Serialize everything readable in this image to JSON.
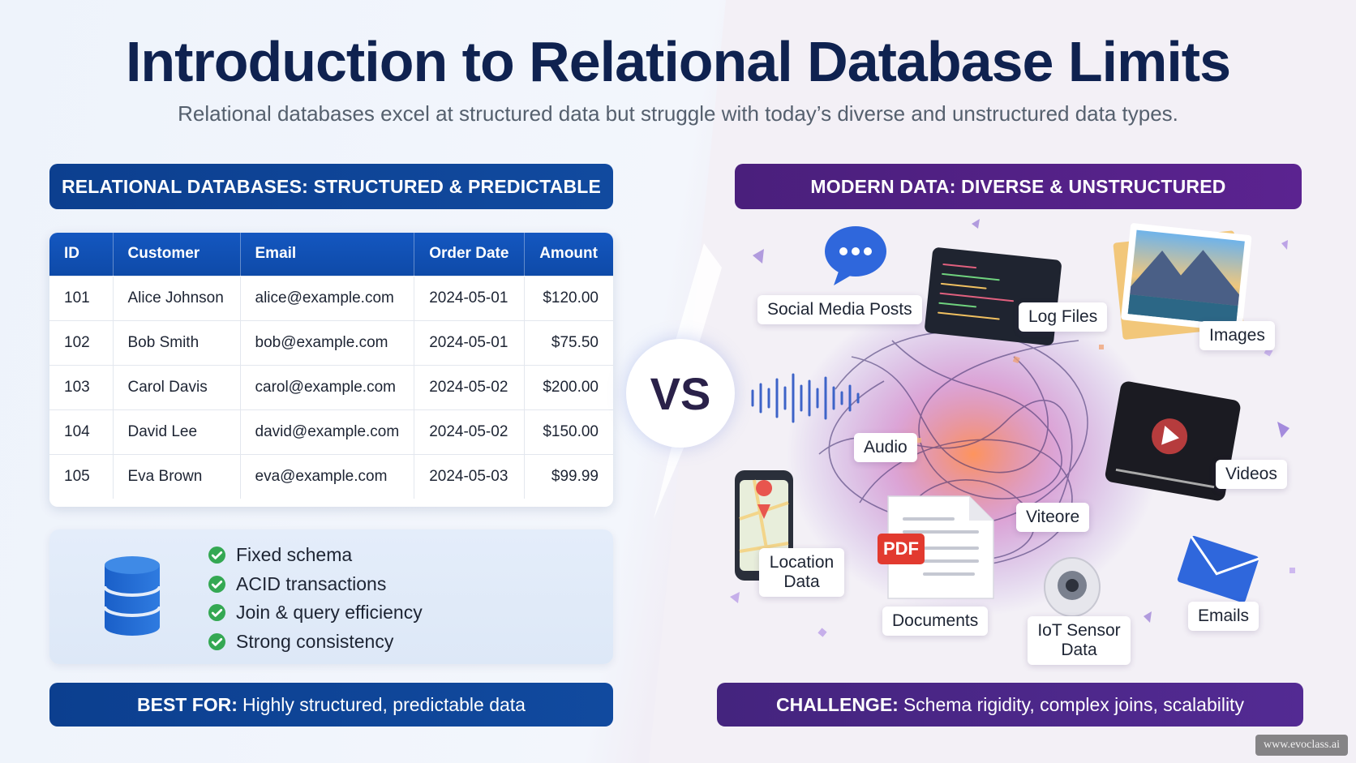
{
  "title": "Introduction to Relational Database Limits",
  "subtitle": "Relational databases excel at structured data but struggle with today’s diverse and unstructured data types.",
  "left": {
    "banner": "RELATIONAL DATABASES: STRUCTURED & PREDICTABLE",
    "table": {
      "headers": [
        "ID",
        "Customer",
        "Email",
        "Order Date",
        "Amount"
      ],
      "rows": [
        [
          "101",
          "Alice Johnson",
          "alice@example.com",
          "2024-05-01",
          "$120.00"
        ],
        [
          "102",
          "Bob Smith",
          "bob@example.com",
          "2024-05-01",
          "$75.50"
        ],
        [
          "103",
          "Carol Davis",
          "carol@example.com",
          "2024-05-02",
          "$200.00"
        ],
        [
          "104",
          "David Lee",
          "david@example.com",
          "2024-05-02",
          "$150.00"
        ],
        [
          "105",
          "Eva Brown",
          "eva@example.com",
          "2024-05-03",
          "$99.99"
        ]
      ]
    },
    "features": [
      "Fixed schema",
      "ACID transactions",
      "Join & query efficiency",
      "Strong consistency"
    ],
    "footer_label": "BEST FOR:",
    "footer_text": "Highly structured, predictable data"
  },
  "vs": "VS",
  "right": {
    "banner": "MODERN DATA: DIVERSE & UNSTRUCTURED",
    "tags": {
      "social": "Social Media Posts",
      "logs": "Log Files",
      "images": "Images",
      "audio": "Audio",
      "videos": "Videos",
      "video_small": "Viteore",
      "location": "Location Data",
      "documents": "Documents",
      "iot": "IoT Sensor Data",
      "emails": "Emails"
    },
    "pdf_label": "PDF",
    "footer_label": "CHALLENGE:",
    "footer_text": "Schema rigidity, complex joins, scalability"
  },
  "watermark": "www.evoclass.ai",
  "colors": {
    "navy": "#0f2250",
    "left_accent": "#0c3f8f",
    "right_accent": "#4a1f7c",
    "check_green": "#34a853"
  }
}
